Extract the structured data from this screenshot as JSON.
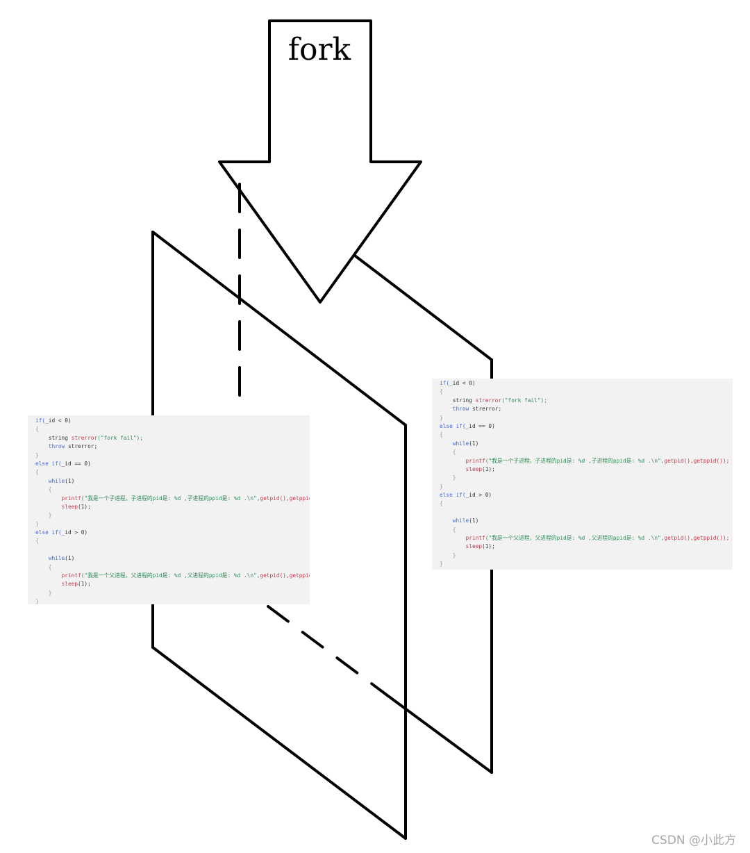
{
  "arrow": {
    "label": "fork"
  },
  "watermark": "CSDN @小此方",
  "colors": {
    "line": "#000000",
    "panel_bg": "#f2f2f2",
    "keyword": "#4169e1",
    "string": "#2e8b57",
    "function": "#c8364a",
    "text": "#333333",
    "comment_brace": "#999999"
  },
  "code_left": {
    "lines": [
      [
        {
          "t": "if(",
          "c": "keyword"
        },
        {
          "t": "_id < 0)",
          "c": "text"
        }
      ],
      [
        {
          "t": "{",
          "c": "comment_brace"
        }
      ],
      [
        {
          "t": "    string ",
          "c": "text"
        },
        {
          "t": "strerror",
          "c": "function"
        },
        {
          "t": "(\"fork fail\");",
          "c": "string"
        }
      ],
      [
        {
          "t": "    throw ",
          "c": "keyword"
        },
        {
          "t": "strerror;",
          "c": "text"
        }
      ],
      [
        {
          "t": "}",
          "c": "comment_brace"
        }
      ],
      [
        {
          "t": "else if(",
          "c": "keyword"
        },
        {
          "t": "_id == 0)",
          "c": "text"
        }
      ],
      [
        {
          "t": "{",
          "c": "comment_brace"
        }
      ],
      [
        {
          "t": "    while",
          "c": "keyword"
        },
        {
          "t": "(1)",
          "c": "text"
        }
      ],
      [
        {
          "t": "    {",
          "c": "comment_brace"
        }
      ],
      [
        {
          "t": "        printf",
          "c": "function"
        },
        {
          "t": "(\"我是一个子进程，子进程的pid是: %d ,子进程的ppid是: %d .\\n\",",
          "c": "string"
        },
        {
          "t": "getpid(),getppid());",
          "c": "function"
        }
      ],
      [
        {
          "t": "        sleep",
          "c": "function"
        },
        {
          "t": "(1);",
          "c": "text"
        }
      ],
      [
        {
          "t": "    }",
          "c": "comment_brace"
        }
      ],
      [
        {
          "t": "}",
          "c": "comment_brace"
        }
      ],
      [
        {
          "t": "else if(",
          "c": "keyword"
        },
        {
          "t": "_id > 0)",
          "c": "text"
        }
      ],
      [
        {
          "t": "{",
          "c": "comment_brace"
        }
      ],
      [
        {
          "t": "",
          "c": "text"
        }
      ],
      [
        {
          "t": "    while",
          "c": "keyword"
        },
        {
          "t": "(1)",
          "c": "text"
        }
      ],
      [
        {
          "t": "    {",
          "c": "comment_brace"
        }
      ],
      [
        {
          "t": "        printf",
          "c": "function"
        },
        {
          "t": "(\"我是一个父进程，父进程的pid是: %d ,父进程的ppid是: %d .\\n\",",
          "c": "string"
        },
        {
          "t": "getpid(),getppid());",
          "c": "function"
        }
      ],
      [
        {
          "t": "        sleep",
          "c": "function"
        },
        {
          "t": "(1);",
          "c": "text"
        }
      ],
      [
        {
          "t": "    }",
          "c": "comment_brace"
        }
      ],
      [
        {
          "t": "}",
          "c": "comment_brace"
        }
      ]
    ]
  },
  "code_right": {
    "lines": [
      [
        {
          "t": "if(",
          "c": "keyword"
        },
        {
          "t": "_id < 0)",
          "c": "text"
        }
      ],
      [
        {
          "t": "{",
          "c": "comment_brace"
        }
      ],
      [
        {
          "t": "    string ",
          "c": "text"
        },
        {
          "t": "strerror",
          "c": "function"
        },
        {
          "t": "(\"fork fail\");",
          "c": "string"
        }
      ],
      [
        {
          "t": "    throw ",
          "c": "keyword"
        },
        {
          "t": "strerror;",
          "c": "text"
        }
      ],
      [
        {
          "t": "}",
          "c": "comment_brace"
        }
      ],
      [
        {
          "t": "else if(",
          "c": "keyword"
        },
        {
          "t": "_id == 0)",
          "c": "text"
        }
      ],
      [
        {
          "t": "{",
          "c": "comment_brace"
        }
      ],
      [
        {
          "t": "    while",
          "c": "keyword"
        },
        {
          "t": "(1)",
          "c": "text"
        }
      ],
      [
        {
          "t": "    {",
          "c": "comment_brace"
        }
      ],
      [
        {
          "t": "        printf",
          "c": "function"
        },
        {
          "t": "(\"我是一个子进程，子进程的pid是: %d ,子进程的ppid是: %d .\\n\",",
          "c": "string"
        },
        {
          "t": "getpid(),getppid());",
          "c": "function"
        }
      ],
      [
        {
          "t": "        sleep",
          "c": "function"
        },
        {
          "t": "(1);",
          "c": "text"
        }
      ],
      [
        {
          "t": "    }",
          "c": "comment_brace"
        }
      ],
      [
        {
          "t": "}",
          "c": "comment_brace"
        }
      ],
      [
        {
          "t": "else if(",
          "c": "keyword"
        },
        {
          "t": "_id > 0)",
          "c": "text"
        }
      ],
      [
        {
          "t": "{",
          "c": "comment_brace"
        }
      ],
      [
        {
          "t": "",
          "c": "text"
        }
      ],
      [
        {
          "t": "    while",
          "c": "keyword"
        },
        {
          "t": "(1)",
          "c": "text"
        }
      ],
      [
        {
          "t": "    {",
          "c": "comment_brace"
        }
      ],
      [
        {
          "t": "        printf",
          "c": "function"
        },
        {
          "t": "(\"我是一个父进程，父进程的pid是: %d ,父进程的ppid是: %d .\\n\",",
          "c": "string"
        },
        {
          "t": "getpid(),getppid());",
          "c": "function"
        }
      ],
      [
        {
          "t": "        sleep",
          "c": "function"
        },
        {
          "t": "(1);",
          "c": "text"
        }
      ],
      [
        {
          "t": "    }",
          "c": "comment_brace"
        }
      ],
      [
        {
          "t": "}",
          "c": "comment_brace"
        }
      ]
    ]
  }
}
